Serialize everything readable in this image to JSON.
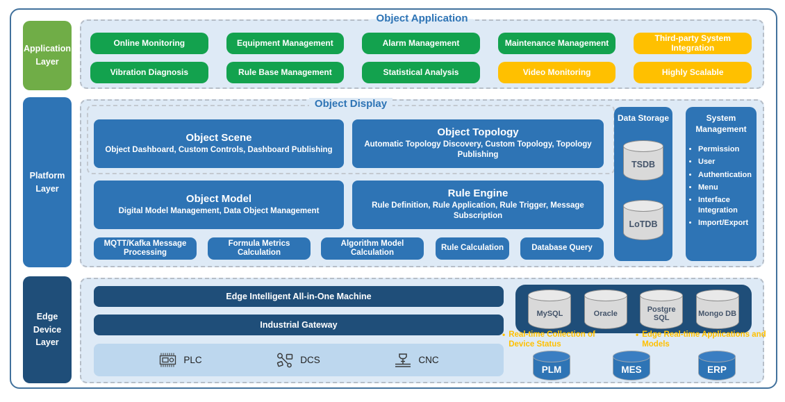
{
  "colors": {
    "frame": "#41719C",
    "blue": "#2E74B5",
    "navy": "#1F4E79",
    "layer_green": "#70AD47",
    "button_green": "#13A24E",
    "button_yellow": "#FFC000",
    "panel_fill": "#DEEAF6",
    "device_bar_fill": "#BDD7EE",
    "cylinder_gray": "#D9D9D9"
  },
  "layers": {
    "application": {
      "label": "Application Layer"
    },
    "platform": {
      "label": "Platform Layer"
    },
    "edge": {
      "label": "Edge Device Layer"
    }
  },
  "application": {
    "title": "Object Application",
    "buttons": [
      {
        "label": "Online Monitoring",
        "color": "green"
      },
      {
        "label": "Equipment Management",
        "color": "green"
      },
      {
        "label": "Alarm Management",
        "color": "green"
      },
      {
        "label": "Maintenance Management",
        "color": "green"
      },
      {
        "label": "Third-party System Integration",
        "color": "yellow"
      },
      {
        "label": "Vibration Diagnosis",
        "color": "green"
      },
      {
        "label": "Rule Base Management",
        "color": "green"
      },
      {
        "label": "Statistical Analysis",
        "color": "green"
      },
      {
        "label": "Video Monitoring",
        "color": "yellow"
      },
      {
        "label": "Highly Scalable",
        "color": "yellow"
      }
    ]
  },
  "platform": {
    "display_title": "Object Display",
    "cards": [
      {
        "title": "Object Scene",
        "subtitle": "Object Dashboard, Custom Controls, Dashboard Publishing"
      },
      {
        "title": "Object Topology",
        "subtitle": "Automatic Topology Discovery, Custom Topology, Topology Publishing"
      },
      {
        "title": "Object Model",
        "subtitle": "Digital Model Management, Data Object Management"
      },
      {
        "title": "Rule Engine",
        "subtitle": "Rule Definition, Rule Application, Rule Trigger, Message Subscription"
      }
    ],
    "chips": [
      "MQTT/Kafka Message Processing",
      "Formula Metrics Calculation",
      "Algorithm Model Calculation",
      "Rule Calculation",
      "Database Query"
    ],
    "data_storage": {
      "title": "Data Storage",
      "databases": [
        "TSDB",
        "LoTDB"
      ]
    },
    "system_management": {
      "title": "System Management",
      "items": [
        "Permission",
        "User",
        "Authentication",
        "Menu",
        "Interface Integration",
        "Import/Export"
      ]
    }
  },
  "edge": {
    "bars": [
      "Edge Intelligent All-in-One Machine",
      "Industrial Gateway"
    ],
    "devices": [
      {
        "name": "PLC",
        "icon": "plc-icon"
      },
      {
        "name": "DCS",
        "icon": "dcs-icon"
      },
      {
        "name": "CNC",
        "icon": "cnc-icon"
      }
    ],
    "databases": [
      "MySQL",
      "Oracle",
      "Postgre SQL",
      "Mongo DB"
    ],
    "notes": [
      "Real-time Collection of Device Status",
      "Edge Real-time Applications and Models"
    ],
    "bullet": "•",
    "systems": [
      "PLM",
      "MES",
      "ERP"
    ]
  }
}
